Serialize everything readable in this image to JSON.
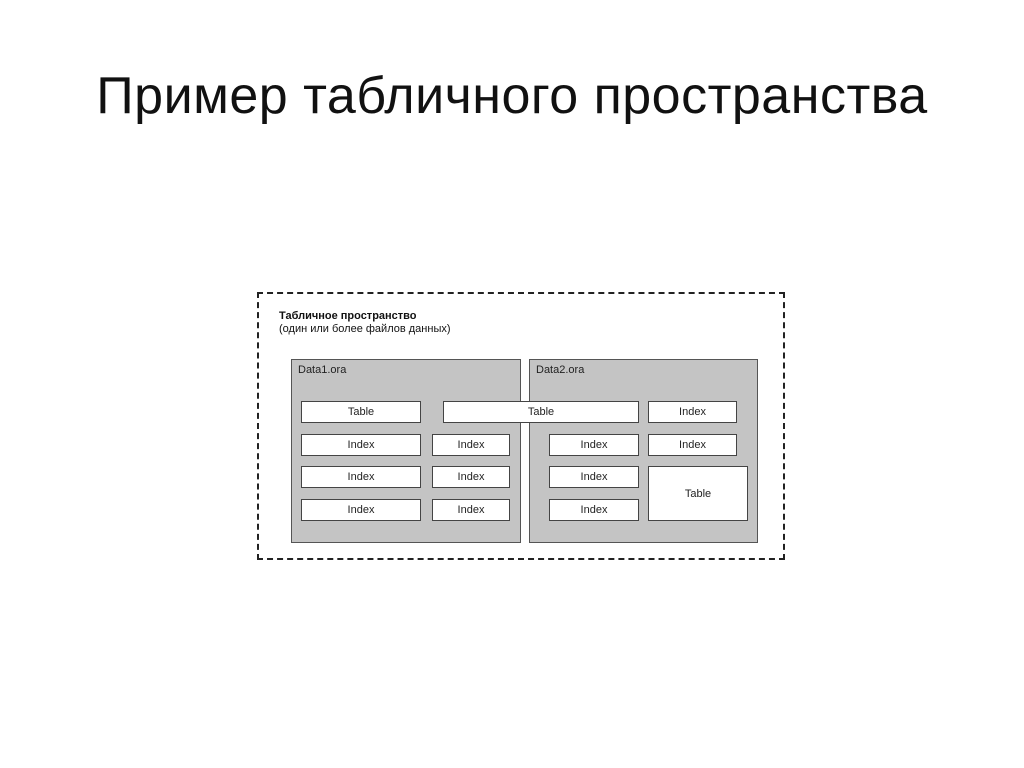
{
  "slide": {
    "title": "Пример табличного пространства"
  },
  "tablespace": {
    "label_line1": "Табличное пространство",
    "label_line2": "(один или более файлов данных)"
  },
  "datafiles": [
    {
      "name": "Data1.ora"
    },
    {
      "name": "Data2.ora"
    }
  ],
  "objects": {
    "d1_table": "Table",
    "d1_index_a": "Index",
    "d1_index_b": "Index",
    "d1_index_c": "Index",
    "d1_index_d": "Index",
    "d1_index_e": "Index",
    "d1_index_f": "Index",
    "spanning_table": "Table",
    "d2_index_a": "Index",
    "d2_index_b": "Index",
    "d2_index_c": "Index",
    "d2_index_d": "Index",
    "d2_index_e": "Index",
    "d2_table": "Table"
  }
}
